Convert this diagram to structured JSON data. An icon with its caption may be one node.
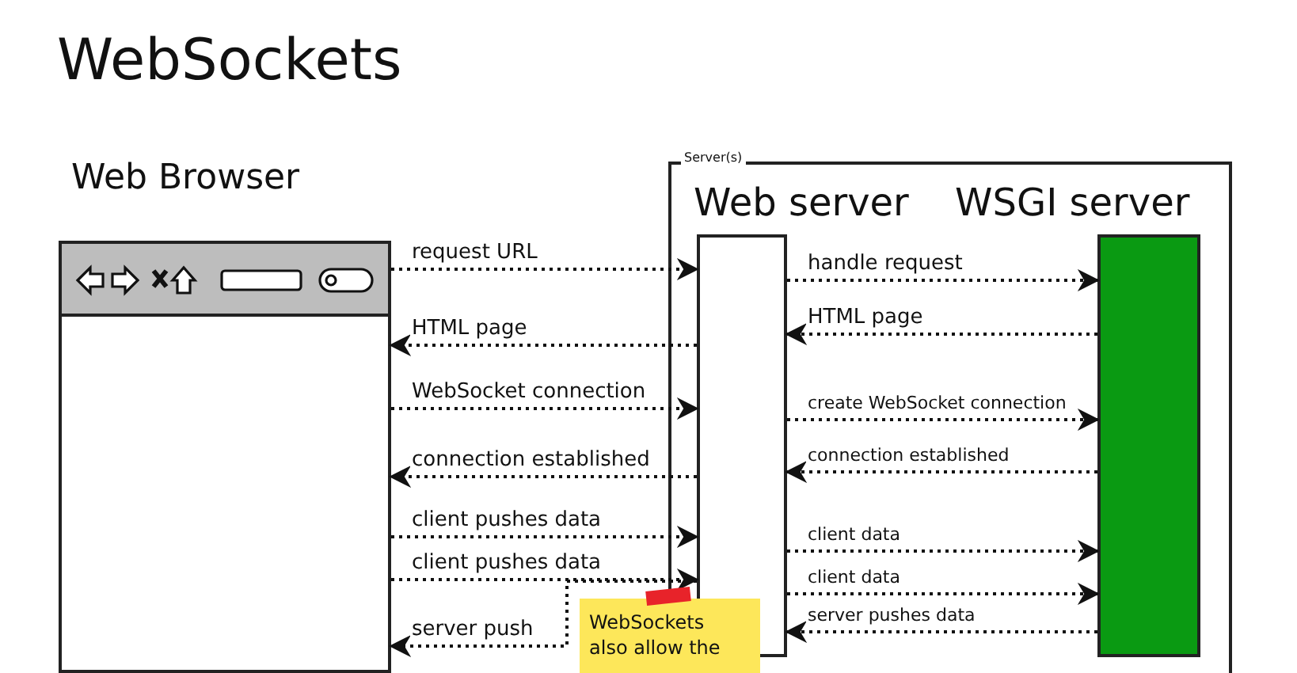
{
  "diagram": {
    "title": "WebSockets",
    "nodes": [
      {
        "text": [
          "Web Browser"
        ]
      },
      {
        "text": [
          "Server(s)"
        ]
      },
      {
        "text": [
          "Web server"
        ],
        "in": 1
      },
      {
        "text": [
          "WSGI server"
        ],
        "in": 1
      },
      {
        "text": [
          "WebSockets also allow the"
        ]
      }
    ],
    "edges": [
      {
        "from": 0,
        "to": 2,
        "arrow": "to",
        "label": "request URL"
      },
      {
        "from": 2,
        "to": 3,
        "arrow": "to",
        "label": "handle request"
      },
      {
        "from": 3,
        "to": 2,
        "arrow": "to",
        "label": "HTML page"
      },
      {
        "from": 2,
        "to": 0,
        "arrow": "to",
        "label": "HTML page"
      },
      {
        "from": 0,
        "to": 2,
        "arrow": "to",
        "label": "WebSocket connection"
      },
      {
        "from": 2,
        "to": 3,
        "arrow": "to",
        "label": "create WebSocket connection"
      },
      {
        "from": 3,
        "to": 2,
        "arrow": "to",
        "label": "connection established"
      },
      {
        "from": 2,
        "to": 0,
        "arrow": "to",
        "label": "connection established"
      },
      {
        "from": 0,
        "to": 2,
        "arrow": "to",
        "label": "client pushes data"
      },
      {
        "from": 2,
        "to": 3,
        "arrow": "to",
        "label": "client data"
      },
      {
        "from": 0,
        "to": 2,
        "arrow": "to",
        "label": "client pushes data"
      },
      {
        "from": 2,
        "to": 3,
        "arrow": "to",
        "label": "client data"
      },
      {
        "from": 3,
        "to": 2,
        "arrow": "to",
        "label": "server pushes data"
      },
      {
        "from": 2,
        "to": 0,
        "arrow": "to",
        "label": "server push"
      }
    ]
  }
}
